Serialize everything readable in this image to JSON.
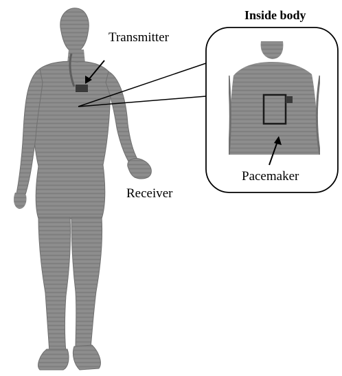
{
  "labels": {
    "inset_title": "Inside body",
    "transmitter": "Transmitter",
    "receiver": "Receiver",
    "pacemaker": "Pacemaker"
  },
  "colors": {
    "body": "#8a8a8a",
    "body_shadow": "#6f6f6f",
    "body_highlight": "#a3a3a3",
    "device": "#3a3a3a",
    "line": "#000000",
    "background": "#ffffff"
  }
}
